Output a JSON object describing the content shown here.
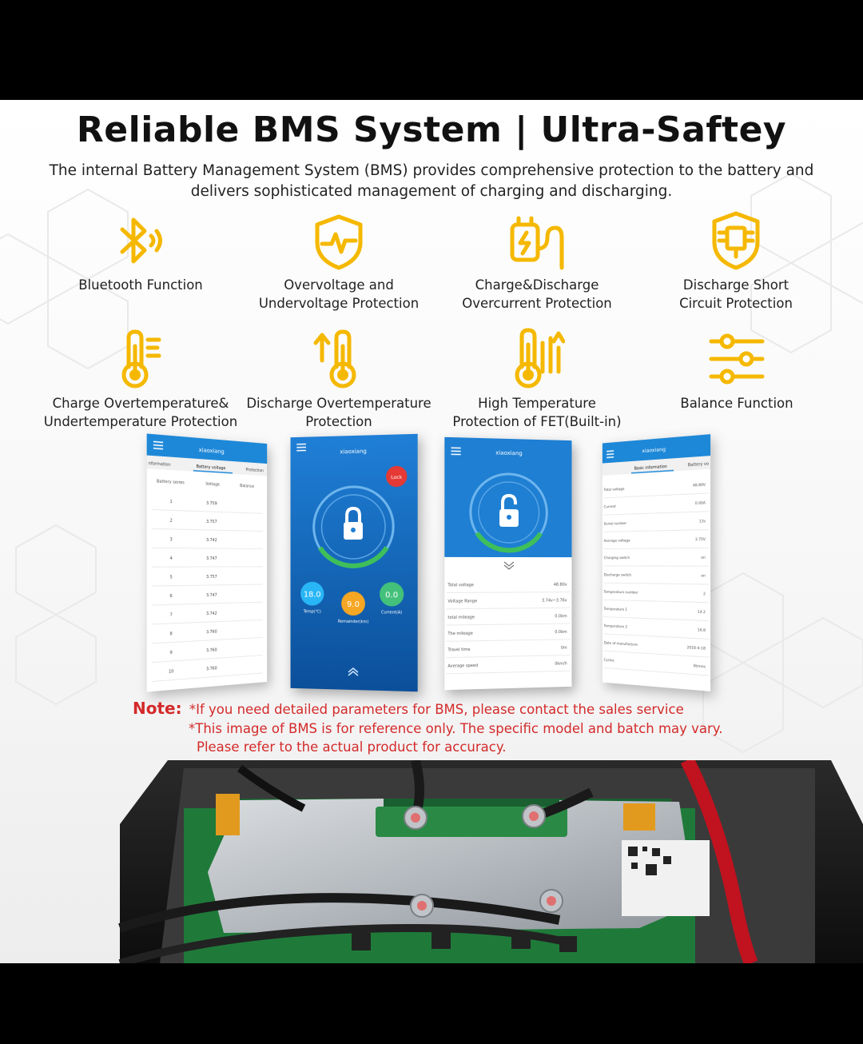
{
  "title": "Reliable BMS System | Ultra-Saftey",
  "subtitle": "The internal Battery Management System (BMS) provides comprehensive protection to the battery and delivers sophisticated management of charging and discharging.",
  "accent_color": "#f5b800",
  "features": [
    {
      "icon": "bluetooth-icon",
      "line1": "Bluetooth Function",
      "line2": ""
    },
    {
      "icon": "shield-pulse-icon",
      "line1": "Overvoltage and",
      "line2": "Undervoltage Protection"
    },
    {
      "icon": "charge-plug-icon",
      "line1": "Charge&Discharge",
      "line2": "Overcurrent Protection"
    },
    {
      "icon": "circuit-shield-icon",
      "line1": "Discharge Short",
      "line2": "Circuit Protection"
    },
    {
      "icon": "thermometer-icon",
      "line1": "Charge Overtemperature&",
      "line2": "Undertemperature Protection"
    },
    {
      "icon": "thermometer-up-icon",
      "line1": "Discharge Overtemperature",
      "line2": "Protection"
    },
    {
      "icon": "thermometer-bars-icon",
      "line1": "High Temperature",
      "line2": "Protection of FET(Built-in)"
    },
    {
      "icon": "sliders-icon",
      "line1": "Balance Function",
      "line2": ""
    }
  ],
  "app": {
    "app_name": "xiaoxiang",
    "tab_info": "nformation",
    "tab_voltage": "Battery voltage",
    "tab_protect": "Protection",
    "col_series": "Battery series",
    "col_voltage": "Voltage",
    "col_balance": "Balance",
    "cells": [
      {
        "n": "1",
        "v": "3.759"
      },
      {
        "n": "2",
        "v": "3.757"
      },
      {
        "n": "3",
        "v": "3.742"
      },
      {
        "n": "4",
        "v": "3.747"
      },
      {
        "n": "5",
        "v": "3.757"
      },
      {
        "n": "6",
        "v": "3.747"
      },
      {
        "n": "7",
        "v": "3.742"
      },
      {
        "n": "8",
        "v": "3.760"
      },
      {
        "n": "9",
        "v": "3.760"
      },
      {
        "n": "10",
        "v": "3.760"
      }
    ],
    "lock_button": "Lock",
    "temp_value": "18.0",
    "temp_label": "Temp(℃)",
    "remain_value": "9.0",
    "remain_label": "Remainder(km)",
    "current_value": "0.0",
    "current_label": "Current(A)",
    "status_rows": [
      {
        "k": "Total voltage",
        "v": "48.80v"
      },
      {
        "k": "Voltage Range",
        "v": "3.74v~3.76v"
      },
      {
        "k": "total mileage",
        "v": "0.0km"
      },
      {
        "k": "The mileage",
        "v": "0.0km"
      },
      {
        "k": "Travel time",
        "v": "0m"
      },
      {
        "k": "Average speed",
        "v": "0km/h"
      }
    ],
    "basic_tab": "Basic information",
    "basic_tab2": "Battery vo",
    "basic_rows": [
      {
        "k": "Total voltage",
        "v": "48.80V"
      },
      {
        "k": "Current",
        "v": "0.00A"
      },
      {
        "k": "Serial number",
        "v": "13s"
      },
      {
        "k": "Average voltage",
        "v": "3.75V"
      },
      {
        "k": "Charging switch",
        "v": "on"
      },
      {
        "k": "Discharge switch",
        "v": "on"
      },
      {
        "k": "Temperature number",
        "v": "2"
      },
      {
        "k": "Temperature 1",
        "v": "14.2"
      },
      {
        "k": "Temperature 2",
        "v": "16.8"
      },
      {
        "k": "Date of manufacture",
        "v": "2016-4-18"
      },
      {
        "k": "Cycles",
        "v": "0times"
      }
    ]
  },
  "note": {
    "label": "Note:",
    "line1": "*If you need detailed parameters for BMS, please contact the sales service",
    "line2": "*This image of BMS is for reference only. The specific model and batch may vary.",
    "line3": "Please refer to the actual product for accuracy."
  }
}
